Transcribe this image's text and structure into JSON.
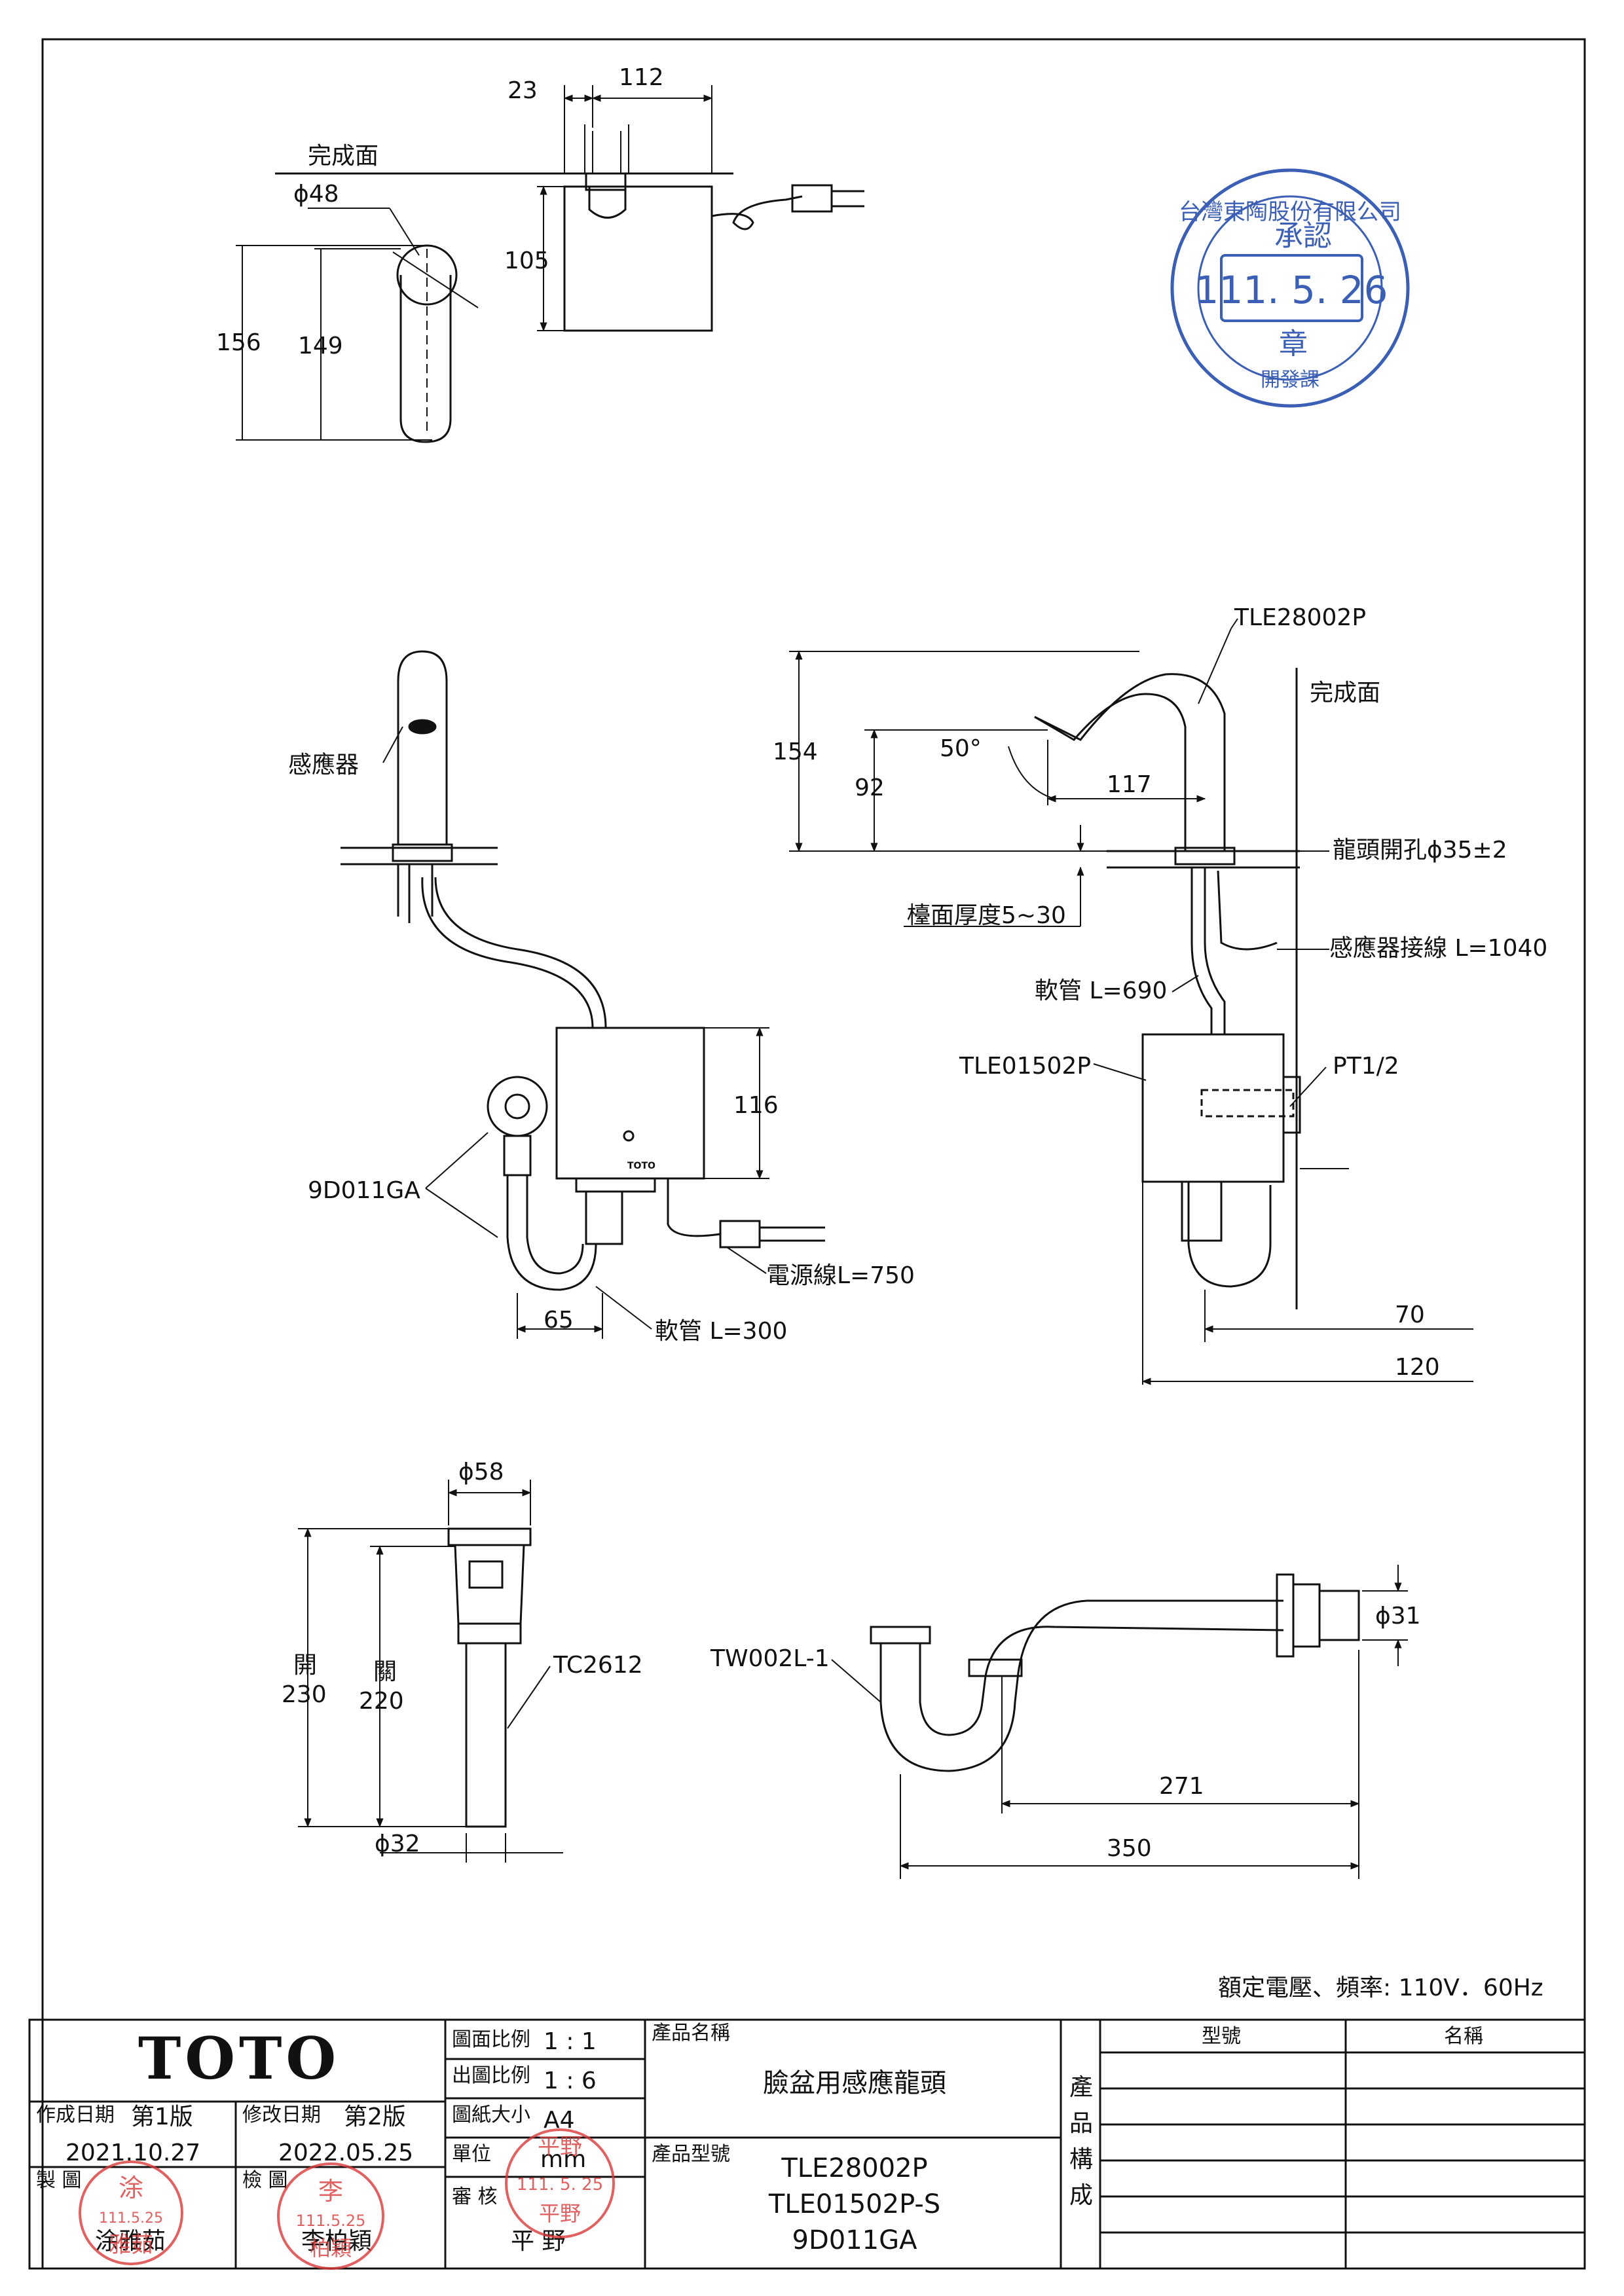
{
  "top_view": {
    "dim_23": "23",
    "dim_112": "112",
    "finish_surface": "完成面",
    "dim_phi48": "ϕ48",
    "dim_105": "105",
    "dim_156": "156",
    "dim_149": "149"
  },
  "approval_stamp": {
    "top_text": "台灣東陶股份有限公司",
    "approve": "承認",
    "date": "111. 5. 26",
    "seal": "章",
    "bottom_text": "開發課"
  },
  "front_view": {
    "sensor": "感應器",
    "dim_116": "116",
    "part_9d011ga": "9D011GA",
    "power_cord": "電源線L=750",
    "dim_65": "65",
    "hose_300": "軟管 L=300",
    "box_brand": "TOTO"
  },
  "side_view": {
    "part_tle28002p": "TLE28002P",
    "finish_surface": "完成面",
    "dim_154": "154",
    "dim_50deg": "50°",
    "dim_92": "92",
    "dim_117": "117",
    "faucet_hole": "龍頭開孔ϕ35±2",
    "counter_thickness": "檯面厚度5~30",
    "sensor_cable": "感應器接線 L=1040",
    "hose_690": "軟管 L=690",
    "part_tle01502p": "TLE01502P",
    "pt12": "PT1/2",
    "dim_70": "70",
    "dim_120": "120"
  },
  "drain_view": {
    "dim_phi58": "ϕ58",
    "open_label": "開",
    "open_value": "230",
    "close_label": "關",
    "close_value": "220",
    "part_tc2612": "TC2612",
    "dim_phi32": "ϕ32"
  },
  "trap_view": {
    "part_tw002l1": "TW002L-1",
    "dim_phi31": "ϕ31",
    "dim_271": "271",
    "dim_350": "350"
  },
  "rated_voltage": "額定電壓、頻率: 110V．60Hz",
  "title_block": {
    "brand": "TOTO",
    "drawing_scale_label": "圖面比例",
    "drawing_scale_value": "1 : 1",
    "output_scale_label": "出圖比例",
    "output_scale_value": "1 : 6",
    "paper_size_label": "圖紙大小",
    "paper_size_value": "A4",
    "unit_label": "單位",
    "unit_value": "mm",
    "review_label": "審 核",
    "reviewer": "平 野",
    "created_label": "作成日期",
    "created_edition": "第1版",
    "created_date": "2021.10.27",
    "modified_label": "修改日期",
    "modified_edition": "第2版",
    "modified_date": "2022.05.25",
    "drawn_label": "製 圖",
    "drawn_by": "涂雅茹",
    "checked_label": "檢 圖",
    "checked_by": "李柏穎",
    "product_name_label": "產品名稱",
    "product_name": "臉盆用感應龍頭",
    "product_model_label": "產品型號",
    "product_models": [
      "TLE28002P",
      "TLE01502P-S",
      "9D011GA"
    ],
    "composition_label": [
      "產",
      "品",
      "構",
      "成"
    ],
    "model_col": "型號",
    "name_col": "名稱"
  },
  "stamps": {
    "drawn_stamp_top": "涂",
    "drawn_stamp_date": "111.5.25",
    "drawn_stamp_name": "雅茹",
    "checked_stamp_top": "李",
    "checked_stamp_date": "111.5.25",
    "checked_stamp_name": "柏穎",
    "review_stamp_top": "平野",
    "review_stamp_date": "111. 5. 25",
    "review_stamp_name": "平野"
  }
}
